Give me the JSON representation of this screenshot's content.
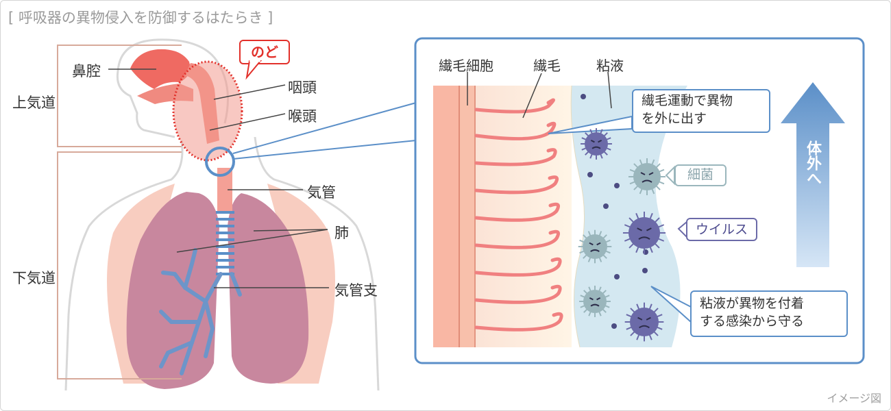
{
  "title": "[ 呼吸器の異物侵入を防御するはたらき ]",
  "image_note": "イメージ図",
  "airway": {
    "upper_label": "上気道",
    "lower_label": "下気道",
    "nasal_cavity": "鼻腔",
    "throat": "のど",
    "pharynx": "咽頭",
    "larynx": "喉頭",
    "trachea": "気管",
    "lung": "肺",
    "bronchus": "気管支"
  },
  "detail": {
    "ciliated_cell": "繊毛細胞",
    "cilia": "繊毛",
    "mucus": "粘液",
    "cilia_motion_line1": "繊毛運動で異物",
    "cilia_motion_line2": "を外に出す",
    "bacteria": "細菌",
    "virus": "ウイルス",
    "mucus_note_line1": "粘液が異物を付着",
    "mucus_note_line2": "する感染から守る",
    "out_of_body": "体外へ"
  },
  "colors": {
    "accent_blue": "#5b8fc8",
    "cilia_red": "#f08080",
    "throat_red": "#e2302a",
    "mucus_blue": "#d4e8f1",
    "lung_pink": "#c8879e",
    "virus_purple": "#6b6aa8",
    "bacteria_gray": "#9ab6bc"
  }
}
